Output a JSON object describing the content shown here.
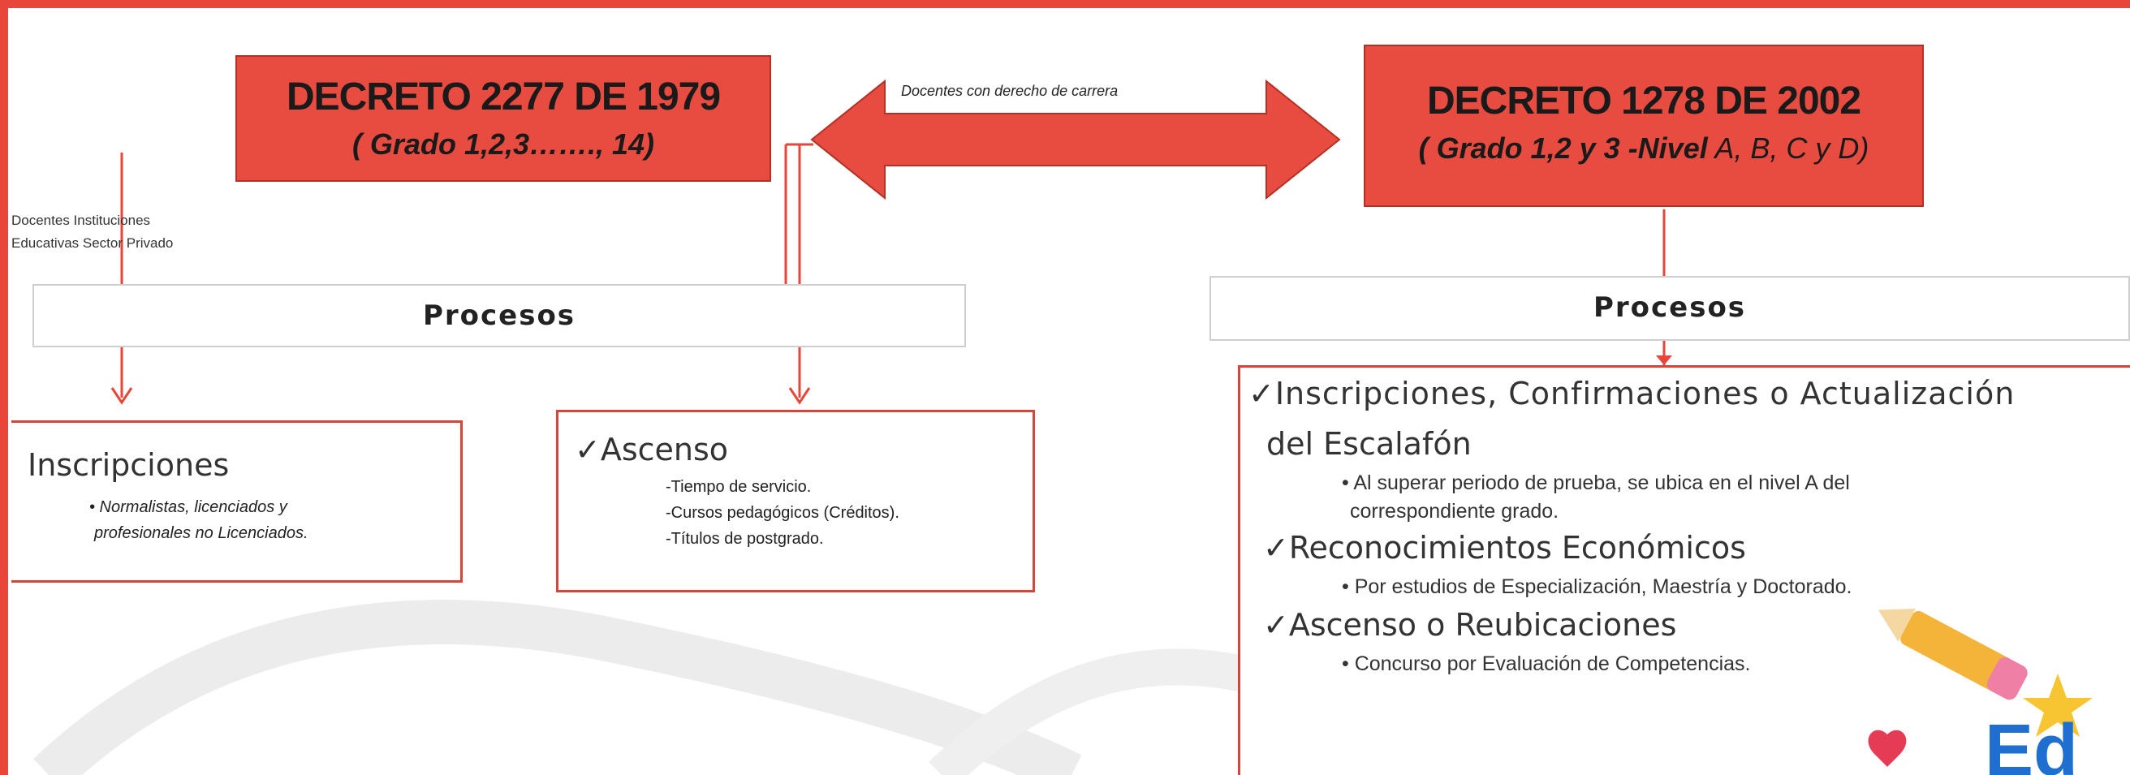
{
  "left_decree": {
    "title": "DECRETO 2277 DE 1979",
    "subtitle": "( Grado 1,2,3……., 14)"
  },
  "right_decree": {
    "title": "DECRETO 1278 DE 2002",
    "subtitle_grado": "( Grado 1,2 y 3 -",
    "subtitle_nivel": "Nivel",
    "subtitle_rest": " A, B, C y D)"
  },
  "arrow_caption": "Docentes con derecho de carrera",
  "side_note": {
    "line1": "Docentes Instituciones",
    "line2": "Educativas Sector Privado"
  },
  "left_processes_label": "Procesos",
  "right_processes_label": "Procesos",
  "inscripciones_box": {
    "heading": "Inscripciones",
    "line1": "• Normalistas, licenciados y",
    "line2": "profesionales no Licenciados."
  },
  "ascenso_box": {
    "heading": "✓Ascenso",
    "items": [
      "-Tiempo de servicio.",
      "-Cursos pedagógicos (Créditos).",
      "-Títulos de postgrado."
    ]
  },
  "right_box": {
    "item1_line1": "✓Inscripciones, Confirmaciones o Actualización",
    "item1_line2": "del Escalafón",
    "item1_sub1": "• Al superar periodo de prueba, se ubica en el nivel A del",
    "item1_sub2": "correspondiente grado.",
    "item2": "✓Reconocimientos Económicos",
    "item2_sub": "• Por estudios de Especialización, Maestría y Doctorado.",
    "item3": "✓Ascenso o Reubicaciones",
    "item3_sub": "• Concurso por Evaluación de Competencias."
  },
  "colors": {
    "accent_red": "#e84b3f",
    "border_red": "#d9443a",
    "frame_red": "#e8463a"
  },
  "logo_text": "Ed"
}
